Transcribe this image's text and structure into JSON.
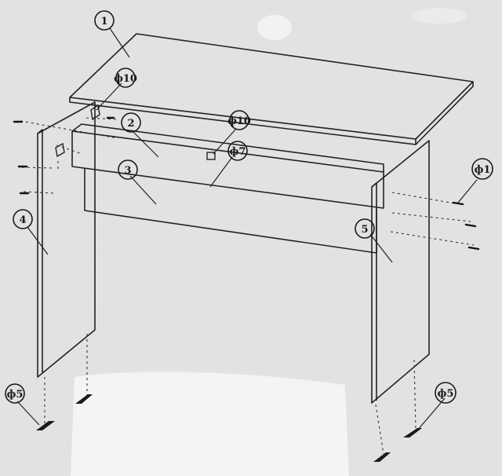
{
  "callouts": {
    "part_1": "1",
    "part_2": "2",
    "part_3": "3",
    "part_4": "4",
    "part_5": "5",
    "dowel_10_a": "ф10",
    "dowel_10_b": "ф10",
    "dowel_7": "ф7",
    "screw_1": "ф1",
    "foot_5_left": "ф5",
    "foot_5_right": "ф5"
  }
}
